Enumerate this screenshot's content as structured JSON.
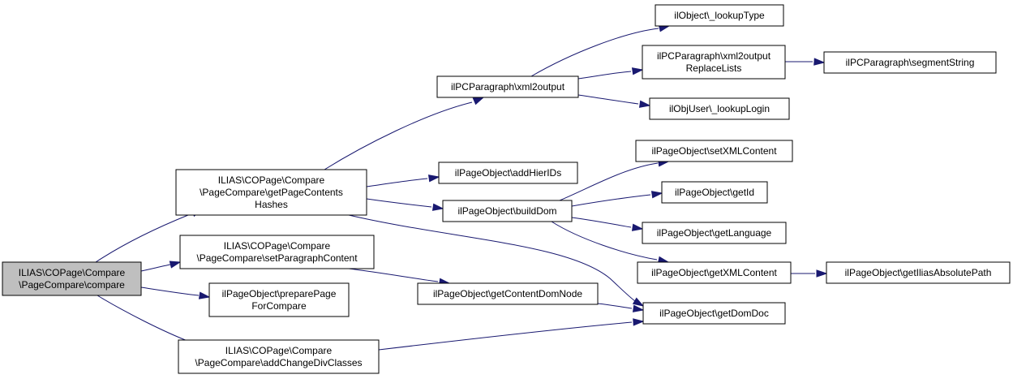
{
  "colors": {
    "edge": "#191970",
    "root_fill": "#bfbfbf",
    "node_fill": "#ffffff",
    "node_border": "#000000"
  },
  "nodes": [
    {
      "id": "compare",
      "lines": [
        "ILIAS\\COPage\\Compare",
        "\\PageCompare\\compare"
      ],
      "root": true
    },
    {
      "id": "getPageContentsHashes",
      "lines": [
        "ILIAS\\COPage\\Compare",
        "\\PageCompare\\getPageContents",
        "Hashes"
      ]
    },
    {
      "id": "setParagraphContent",
      "lines": [
        "ILIAS\\COPage\\Compare",
        "\\PageCompare\\setParagraphContent"
      ]
    },
    {
      "id": "preparePageForCompare",
      "lines": [
        "ilPageObject\\preparePage",
        "ForCompare"
      ]
    },
    {
      "id": "addChangeDivClasses",
      "lines": [
        "ILIAS\\COPage\\Compare",
        "\\PageCompare\\addChangeDivClasses"
      ]
    },
    {
      "id": "xml2output",
      "lines": [
        "ilPCParagraph\\xml2output"
      ]
    },
    {
      "id": "addHierIDs",
      "lines": [
        "ilPageObject\\addHierIDs"
      ]
    },
    {
      "id": "buildDom",
      "lines": [
        "ilPageObject\\buildDom"
      ]
    },
    {
      "id": "getContentDomNode",
      "lines": [
        "ilPageObject\\getContentDomNode"
      ]
    },
    {
      "id": "lookupType",
      "lines": [
        "ilObject\\_lookupType"
      ]
    },
    {
      "id": "xml2outputReplaceLists",
      "lines": [
        "ilPCParagraph\\xml2output",
        "ReplaceLists"
      ]
    },
    {
      "id": "lookupLogin",
      "lines": [
        "ilObjUser\\_lookupLogin"
      ]
    },
    {
      "id": "setXMLContent",
      "lines": [
        "ilPageObject\\setXMLContent"
      ]
    },
    {
      "id": "getId",
      "lines": [
        "ilPageObject\\getId"
      ]
    },
    {
      "id": "getLanguage",
      "lines": [
        "ilPageObject\\getLanguage"
      ]
    },
    {
      "id": "getXMLContent",
      "lines": [
        "ilPageObject\\getXMLContent"
      ]
    },
    {
      "id": "getDomDoc",
      "lines": [
        "ilPageObject\\getDomDoc"
      ]
    },
    {
      "id": "segmentString",
      "lines": [
        "ilPCParagraph\\segmentString"
      ]
    },
    {
      "id": "getIliasAbsolutePath",
      "lines": [
        "ilPageObject\\getIliasAbsolutePath"
      ]
    }
  ],
  "edges": [
    {
      "from": "compare",
      "to": "getPageContentsHashes"
    },
    {
      "from": "compare",
      "to": "setParagraphContent"
    },
    {
      "from": "compare",
      "to": "preparePageForCompare"
    },
    {
      "from": "compare",
      "to": "addChangeDivClasses"
    },
    {
      "from": "getPageContentsHashes",
      "to": "xml2output"
    },
    {
      "from": "getPageContentsHashes",
      "to": "addHierIDs"
    },
    {
      "from": "getPageContentsHashes",
      "to": "buildDom"
    },
    {
      "from": "getPageContentsHashes",
      "to": "getDomDoc"
    },
    {
      "from": "setParagraphContent",
      "to": "getContentDomNode"
    },
    {
      "from": "addChangeDivClasses",
      "to": "getDomDoc"
    },
    {
      "from": "xml2output",
      "to": "lookupType"
    },
    {
      "from": "xml2output",
      "to": "xml2outputReplaceLists"
    },
    {
      "from": "xml2output",
      "to": "lookupLogin"
    },
    {
      "from": "xml2outputReplaceLists",
      "to": "segmentString"
    },
    {
      "from": "buildDom",
      "to": "setXMLContent"
    },
    {
      "from": "buildDom",
      "to": "getId"
    },
    {
      "from": "buildDom",
      "to": "getLanguage"
    },
    {
      "from": "buildDom",
      "to": "getXMLContent"
    },
    {
      "from": "getXMLContent",
      "to": "getIliasAbsolutePath"
    },
    {
      "from": "getContentDomNode",
      "to": "getDomDoc"
    }
  ]
}
